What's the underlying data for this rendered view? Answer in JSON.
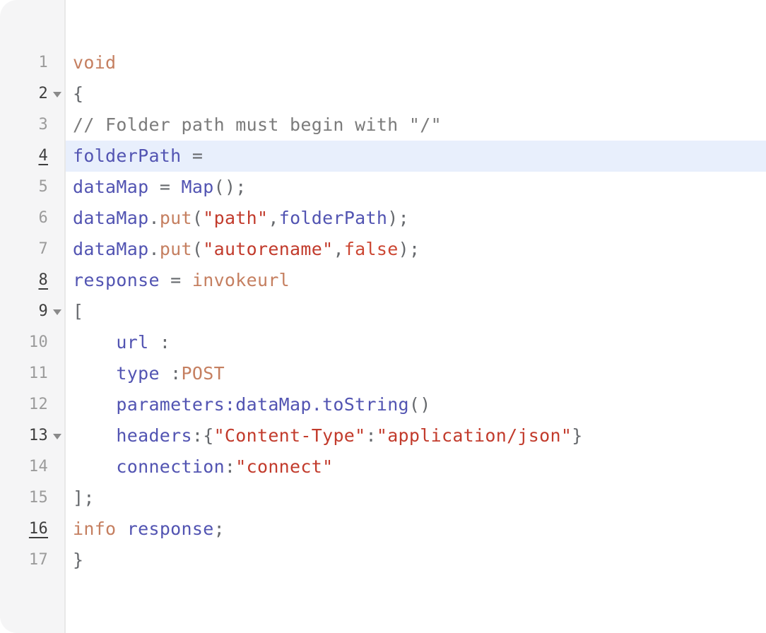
{
  "editor": {
    "colors": {
      "editor-bg": "#ffffff",
      "gutter-bg": "#f5f5f6",
      "gutter-border": "#e8e8e8",
      "highlight": "#e8effc",
      "num": "#9b9b9b",
      "num-dark": "#3e3e3e",
      "arrow": "#8a8a8a",
      "keyword": "#c57f60",
      "ident": "#5254b2",
      "string": "#c23b2c",
      "literal": "#cc4733",
      "punct": "#66696d",
      "comment": "#7b7b7b"
    },
    "lines": [
      {
        "num": "1",
        "tokens": [
          {
            "t": "k",
            "v": "void"
          }
        ]
      },
      {
        "num": "2",
        "dark": true,
        "fold": true,
        "tokens": [
          {
            "t": "p",
            "v": "{"
          }
        ]
      },
      {
        "num": "3",
        "tokens": [
          {
            "t": "c",
            "v": "// Folder path must begin with \"/\""
          }
        ]
      },
      {
        "num": "4",
        "dark": true,
        "underline": true,
        "highlight": true,
        "tokens": [
          {
            "t": "i",
            "v": "folderPath"
          },
          {
            "t": "p",
            "v": " ="
          }
        ]
      },
      {
        "num": "5",
        "tokens": [
          {
            "t": "i",
            "v": "dataMap"
          },
          {
            "t": "p",
            "v": " = "
          },
          {
            "t": "i",
            "v": "Map"
          },
          {
            "t": "p",
            "v": "();"
          }
        ]
      },
      {
        "num": "6",
        "tokens": [
          {
            "t": "i",
            "v": "dataMap"
          },
          {
            "t": "p",
            "v": "."
          },
          {
            "t": "k",
            "v": "put"
          },
          {
            "t": "p",
            "v": "("
          },
          {
            "t": "s",
            "v": "\"path\""
          },
          {
            "t": "p",
            "v": ","
          },
          {
            "t": "i",
            "v": "folderPath"
          },
          {
            "t": "p",
            "v": ");"
          }
        ]
      },
      {
        "num": "7",
        "tokens": [
          {
            "t": "i",
            "v": "dataMap"
          },
          {
            "t": "p",
            "v": "."
          },
          {
            "t": "k",
            "v": "put"
          },
          {
            "t": "p",
            "v": "("
          },
          {
            "t": "s",
            "v": "\"autorename\""
          },
          {
            "t": "p",
            "v": ","
          },
          {
            "t": "l",
            "v": "false"
          },
          {
            "t": "p",
            "v": ");"
          }
        ]
      },
      {
        "num": "8",
        "dark": true,
        "underline": true,
        "tokens": [
          {
            "t": "i",
            "v": "response"
          },
          {
            "t": "p",
            "v": " = "
          },
          {
            "t": "k",
            "v": "invokeurl"
          }
        ]
      },
      {
        "num": "9",
        "dark": true,
        "fold": true,
        "tokens": [
          {
            "t": "p",
            "v": "["
          }
        ]
      },
      {
        "num": "10",
        "tokens": [
          {
            "t": "p",
            "v": "    "
          },
          {
            "t": "i",
            "v": "url"
          },
          {
            "t": "p",
            "v": " :"
          }
        ]
      },
      {
        "num": "11",
        "tokens": [
          {
            "t": "p",
            "v": "    "
          },
          {
            "t": "i",
            "v": "type"
          },
          {
            "t": "p",
            "v": " :"
          },
          {
            "t": "k",
            "v": "POST"
          }
        ]
      },
      {
        "num": "12",
        "tokens": [
          {
            "t": "p",
            "v": "    "
          },
          {
            "t": "i",
            "v": "parameters:dataMap.toString"
          },
          {
            "t": "p",
            "v": "()"
          }
        ]
      },
      {
        "num": "13",
        "dark": true,
        "fold": true,
        "tokens": [
          {
            "t": "p",
            "v": "    "
          },
          {
            "t": "i",
            "v": "headers"
          },
          {
            "t": "p",
            "v": ":{"
          },
          {
            "t": "s",
            "v": "\"Content-Type\""
          },
          {
            "t": "p",
            "v": ":"
          },
          {
            "t": "s",
            "v": "\"application/json\""
          },
          {
            "t": "p",
            "v": "}"
          }
        ]
      },
      {
        "num": "14",
        "tokens": [
          {
            "t": "p",
            "v": "    "
          },
          {
            "t": "i",
            "v": "connection"
          },
          {
            "t": "p",
            "v": ":"
          },
          {
            "t": "s",
            "v": "\"connect\""
          }
        ]
      },
      {
        "num": "15",
        "tokens": [
          {
            "t": "p",
            "v": "];"
          }
        ]
      },
      {
        "num": "16",
        "dark": true,
        "underline": true,
        "tokens": [
          {
            "t": "k",
            "v": "info"
          },
          {
            "t": "p",
            "v": " "
          },
          {
            "t": "i",
            "v": "response"
          },
          {
            "t": "p",
            "v": ";"
          }
        ]
      },
      {
        "num": "17",
        "tokens": [
          {
            "t": "p",
            "v": "}"
          }
        ]
      }
    ]
  }
}
